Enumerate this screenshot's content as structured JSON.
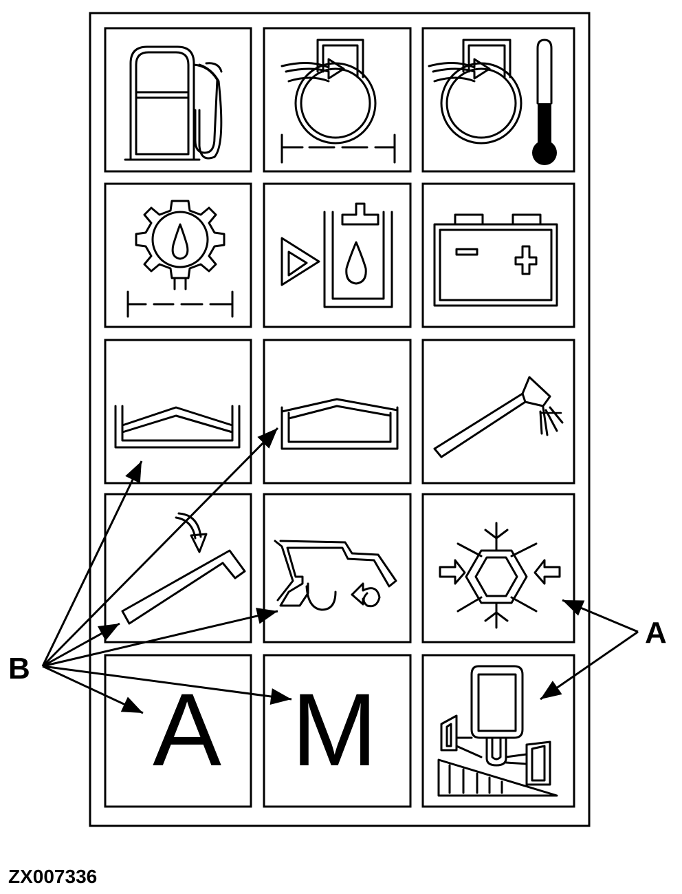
{
  "callouts": {
    "a": "A",
    "b": "B"
  },
  "panel": {
    "symbols": [
      {
        "row": 1,
        "col": 1,
        "icon": "fuel-pump-icon"
      },
      {
        "row": 1,
        "col": 2,
        "icon": "engine-coolant-flow-icon"
      },
      {
        "row": 1,
        "col": 3,
        "icon": "engine-coolant-temperature-icon"
      },
      {
        "row": 2,
        "col": 1,
        "icon": "transmission-oil-pressure-icon"
      },
      {
        "row": 2,
        "col": 2,
        "icon": "hydraulic-oil-filter-icon"
      },
      {
        "row": 2,
        "col": 3,
        "icon": "battery-icon"
      },
      {
        "row": 3,
        "col": 1,
        "icon": "grain-tank-level-icon"
      },
      {
        "row": 3,
        "col": 2,
        "icon": "grain-tank-full-icon"
      },
      {
        "row": 3,
        "col": 3,
        "icon": "unloading-auger-icon"
      },
      {
        "row": 4,
        "col": 1,
        "icon": "auger-swing-icon"
      },
      {
        "row": 4,
        "col": 2,
        "icon": "combine-reverser-icon"
      },
      {
        "row": 4,
        "col": 3,
        "icon": "air-conditioning-icon"
      },
      {
        "row": 5,
        "col": 1,
        "icon": "automatic-mode-icon",
        "letter": "A"
      },
      {
        "row": 5,
        "col": 2,
        "icon": "manual-mode-icon",
        "letter": "M"
      },
      {
        "row": 5,
        "col": 3,
        "icon": "cab-ventilation-icon"
      }
    ]
  },
  "reference": "ZX007336"
}
